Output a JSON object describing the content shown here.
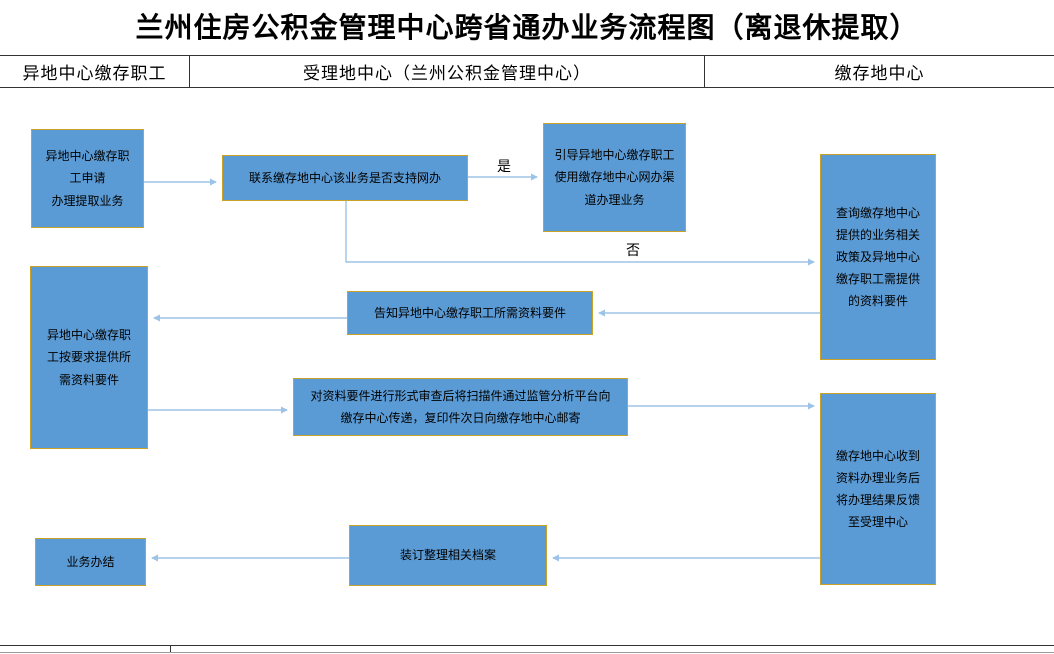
{
  "title": "兰州住房公积金管理中心跨省通办业务流程图（离退休提取）",
  "lanes": {
    "left": "异地中心缴存职工",
    "middle": "受理地中心（兰州公积金管理中心）",
    "right": "缴存地中心"
  },
  "nodes": {
    "apply": "异地中心缴存职\n工申请\n办理提取业务",
    "contact": "联系缴存地中心该业务是否支持网办",
    "guide": "引导异地中心缴存职工\n使用缴存地中心网办渠\n道办理业务",
    "query": "查询缴存地中心\n提供的业务相关\n政策及异地中心\n缴存职工需提供\n的资料要件",
    "provide": "异地中心缴存职\n工按要求提供所\n需资料要件",
    "inform": "告知异地中心缴存职工所需资料要件",
    "review": "对资料要件进行形式审查后将扫描件通过监管分析平台向\n缴存中心传递，复印件次日向缴存地中心邮寄",
    "feedback": "缴存地中心收到\n资料办理业务后\n将办理结果反馈\n至受理中心",
    "archive": "装订整理相关档案",
    "complete": "业务办结"
  },
  "labels": {
    "yes": "是",
    "no": "否"
  },
  "colors": {
    "node_fill": "#5b9bd5",
    "node_border": "#c9a227",
    "arrow_color": "#9dc3e6",
    "line_color": "#333333"
  }
}
